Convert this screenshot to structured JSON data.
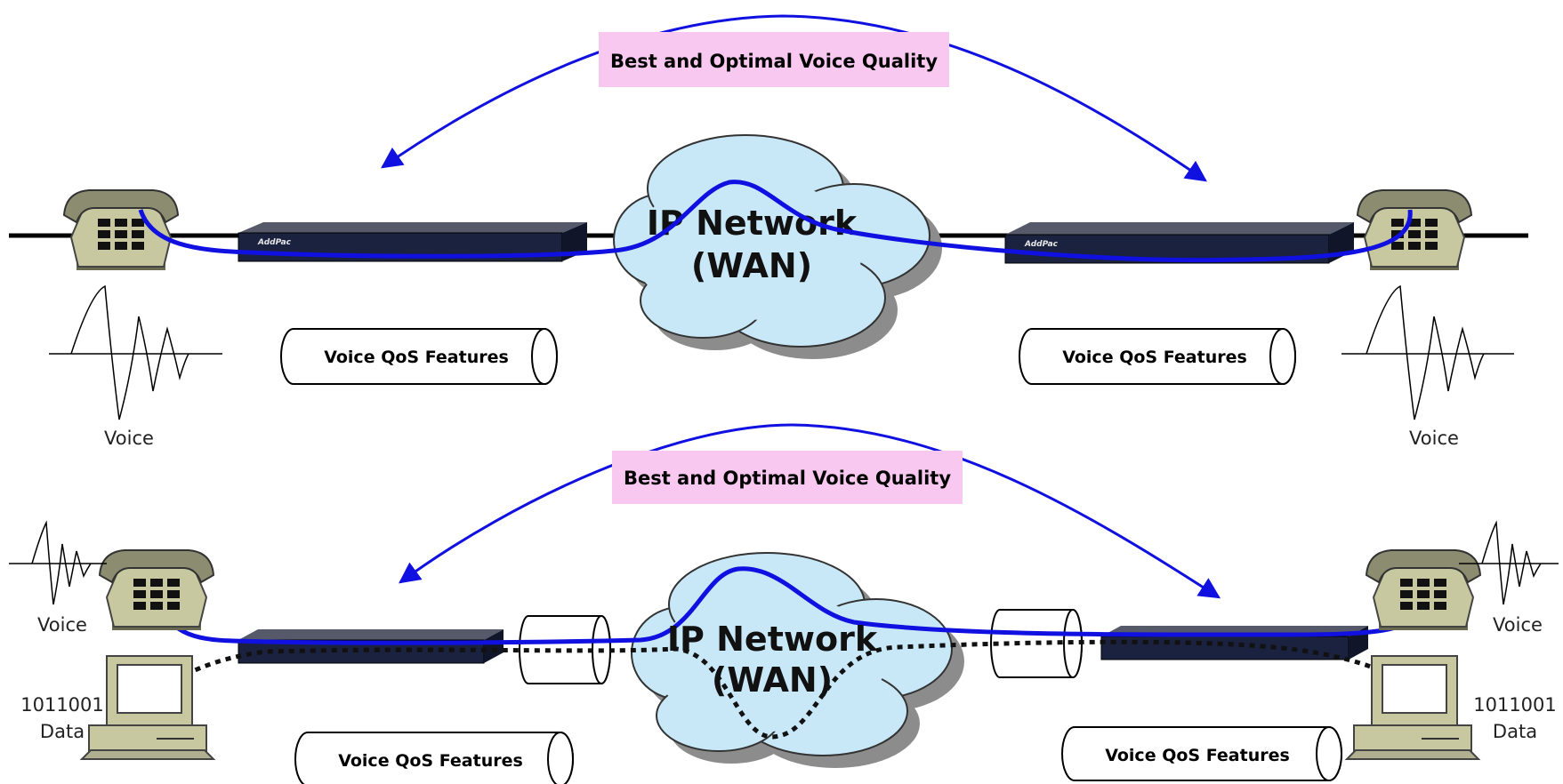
{
  "top_scenario": {
    "banner": "Best and Optimal Voice Quality",
    "cloud_line1": "IP Network",
    "cloud_line2": "(WAN)",
    "left_qos": "Voice QoS Features",
    "right_qos": "Voice QoS Features",
    "left_voice_label": "Voice",
    "right_voice_label": "Voice",
    "left_gateway_brand": "AddPac",
    "right_gateway_brand": "AddPac"
  },
  "bottom_scenario": {
    "banner": "Best and Optimal Voice Quality",
    "cloud_line1": "IP Network",
    "cloud_line2": "(WAN)",
    "left_qos": "Voice QoS Features",
    "right_qos": "Voice QoS Features",
    "left_voice_label": "Voice",
    "right_voice_label": "Voice",
    "left_data_line1": "1011001",
    "left_data_line2": "Data",
    "right_data_line1": "1011001",
    "right_data_line2": "Data"
  },
  "colors": {
    "voice_path": "#1010e0",
    "banner_fill": "#f8c8f0",
    "cloud_fill": "#c8e8f8",
    "cloud_shadow": "#8c8c8c",
    "phone_body": "#c8c8a0",
    "gateway_body": "#1a2240"
  }
}
